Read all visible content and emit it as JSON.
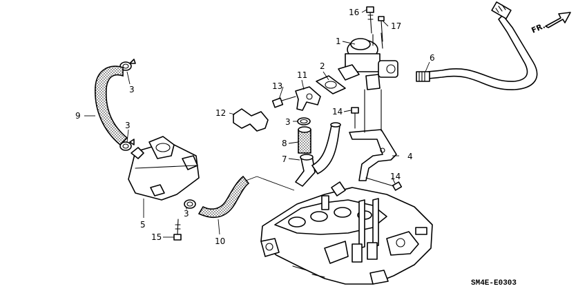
{
  "diagram_code": "SM4E-E0303",
  "direction_label": "FR.",
  "callouts": [
    {
      "id": "c1",
      "label": "1"
    },
    {
      "id": "c2",
      "label": "2"
    },
    {
      "id": "c3a",
      "label": "3"
    },
    {
      "id": "c3b",
      "label": "3"
    },
    {
      "id": "c3c",
      "label": "3"
    },
    {
      "id": "c3d",
      "label": "3"
    },
    {
      "id": "c4",
      "label": "4"
    },
    {
      "id": "c5",
      "label": "5"
    },
    {
      "id": "c6",
      "label": "6"
    },
    {
      "id": "c7",
      "label": "7"
    },
    {
      "id": "c8",
      "label": "8"
    },
    {
      "id": "c9",
      "label": "9"
    },
    {
      "id": "c10",
      "label": "10"
    },
    {
      "id": "c11",
      "label": "11"
    },
    {
      "id": "c12",
      "label": "12"
    },
    {
      "id": "c13",
      "label": "13"
    },
    {
      "id": "c14a",
      "label": "14"
    },
    {
      "id": "c14b",
      "label": "14"
    },
    {
      "id": "c15",
      "label": "15"
    },
    {
      "id": "c16",
      "label": "16"
    },
    {
      "id": "c17",
      "label": "17"
    }
  ]
}
